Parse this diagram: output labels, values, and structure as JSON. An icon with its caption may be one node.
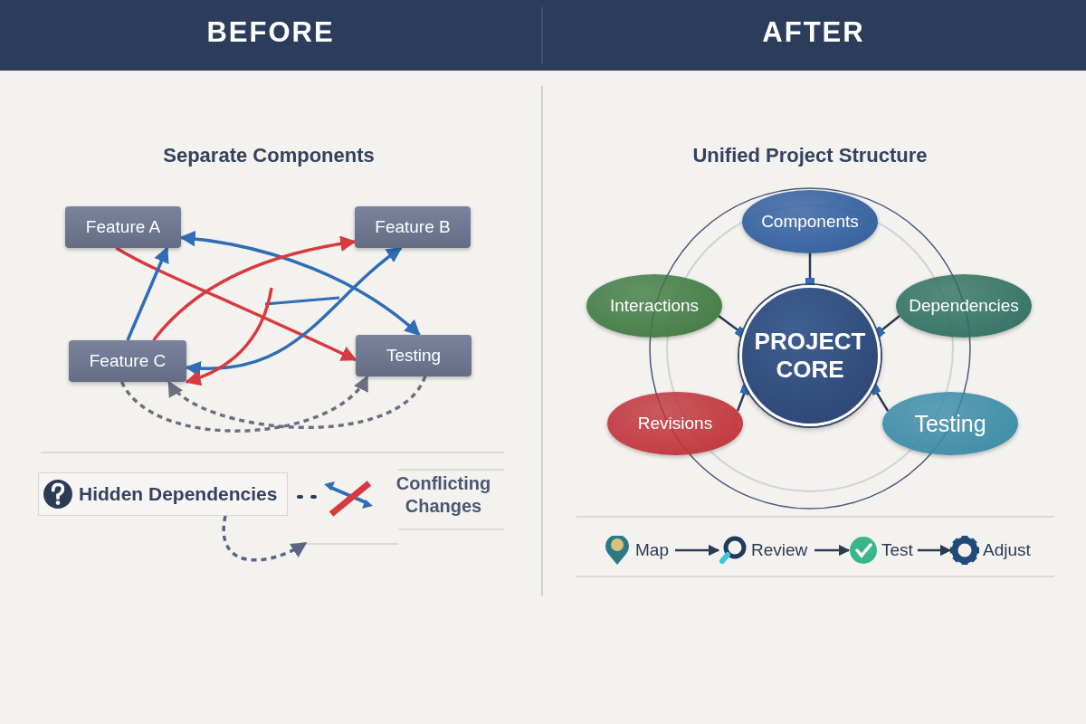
{
  "diagram": {
    "nodes": [
      {
        "text": [
          "Feature A"
        ]
      },
      {
        "text": [
          "Feature B"
        ]
      },
      {
        "text": [
          "Feature C"
        ]
      },
      {
        "text": [
          "Testing"
        ]
      },
      {
        "text": [
          "Hidden Dependencies"
        ]
      },
      {
        "text": [
          "Conflicting Changes"
        ]
      },
      {
        "text": [
          "Components"
        ]
      },
      {
        "text": [
          "Interactions"
        ]
      },
      {
        "text": [
          "Dependencies"
        ]
      },
      {
        "text": [
          "PROJECT CORE"
        ]
      },
      {
        "text": [
          "Revisions"
        ]
      },
      {
        "text": [
          "Testing"
        ]
      },
      {
        "text": [
          "Map"
        ]
      },
      {
        "text": [
          "Review"
        ]
      },
      {
        "text": [
          "Test"
        ]
      },
      {
        "text": [
          "Adjust"
        ]
      }
    ],
    "edges": [
      {
        "from": 0,
        "to": 3,
        "arrow": "to",
        "color": "#d93a3f"
      },
      {
        "from": 0,
        "to": 3,
        "arrow": "both",
        "color": "#2f6db5"
      },
      {
        "from": 2,
        "to": 1,
        "arrow": "to",
        "color": "#d93a3f"
      },
      {
        "from": 2,
        "to": 1,
        "arrow": "both",
        "color": "#2f6db5"
      },
      {
        "from": 2,
        "to": 0,
        "arrow": "to",
        "color": "#2f6db5"
      },
      {
        "from": null,
        "to": 2,
        "arrow": "to",
        "color": "#d93a3f"
      },
      {
        "from": 2,
        "to": 3,
        "arrow": "to",
        "style": "dashed",
        "color": "#6b7080"
      },
      {
        "from": 3,
        "to": 2,
        "arrow": "to",
        "style": "dashed",
        "color": "#6b7080"
      },
      {
        "from": 4,
        "to": null,
        "arrow": "to",
        "style": "dashed",
        "color": "#5a6585"
      },
      {
        "from": 6,
        "to": 9,
        "arrow": "other"
      },
      {
        "from": 7,
        "to": 9,
        "arrow": "other"
      },
      {
        "from": 8,
        "to": 9,
        "arrow": "other"
      },
      {
        "from": 10,
        "to": 9,
        "arrow": "other"
      },
      {
        "from": 11,
        "to": 9,
        "arrow": "other"
      },
      {
        "from": 12,
        "to": 13,
        "arrow": "to"
      },
      {
        "from": 13,
        "to": 14,
        "arrow": "to"
      },
      {
        "from": 14,
        "to": 15,
        "arrow": "to"
      }
    ],
    "labels": [
      "BEFORE",
      "AFTER",
      "Separate Components",
      "Unified Project Structure"
    ]
  }
}
